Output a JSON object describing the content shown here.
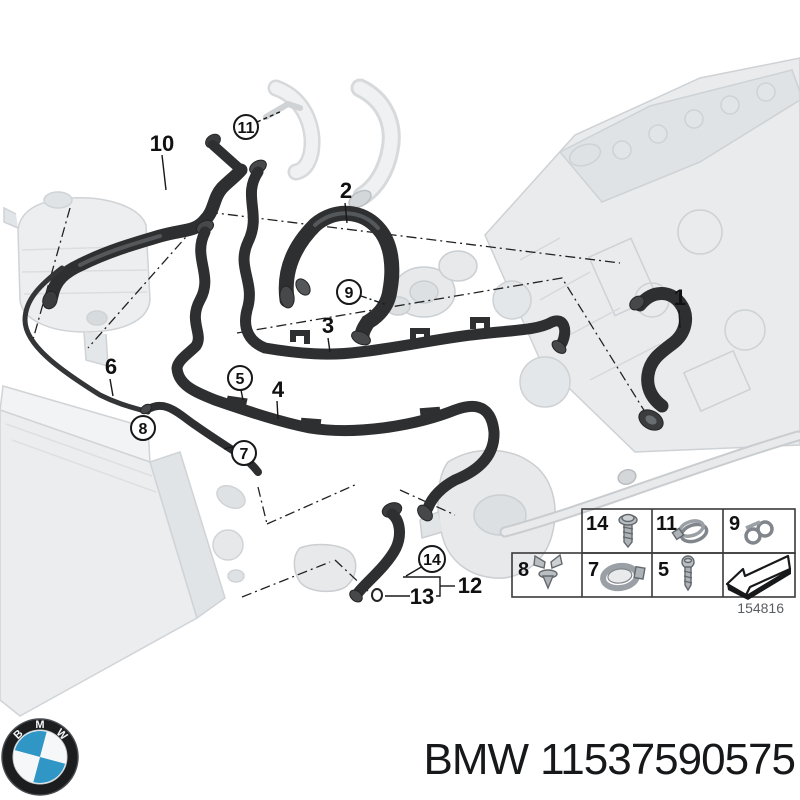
{
  "colors": {
    "bmw_blue": "#2f96c6",
    "hose_dark": "#2e2f31",
    "part_gray": "#e8eaec",
    "line_black": "#17181a"
  },
  "diagram": {
    "plain_labels": [
      "10",
      "2",
      "3",
      "6",
      "4",
      "1",
      "13",
      "12"
    ],
    "circled_labels": [
      "11",
      "9",
      "5",
      "8",
      "7",
      "14"
    ]
  },
  "legend": {
    "catalog_number": "154816",
    "cells": [
      {
        "label": "14",
        "icon": "flanged-screw-icon"
      },
      {
        "label": "11",
        "icon": "hose-clamp-icon"
      },
      {
        "label": "9",
        "icon": "pipe-clip-icon"
      },
      {
        "label": "8",
        "icon": "expanding-rivet-icon"
      },
      {
        "label": "7",
        "icon": "large-clamp-icon"
      },
      {
        "label": "5",
        "icon": "self-tapping-screw-icon"
      },
      {
        "label": "",
        "icon": "direction-arrow-icon"
      }
    ]
  },
  "footer": {
    "brand": "BMW",
    "part_number": "11537590575",
    "logo_letters": [
      "B",
      "M",
      "W"
    ]
  }
}
